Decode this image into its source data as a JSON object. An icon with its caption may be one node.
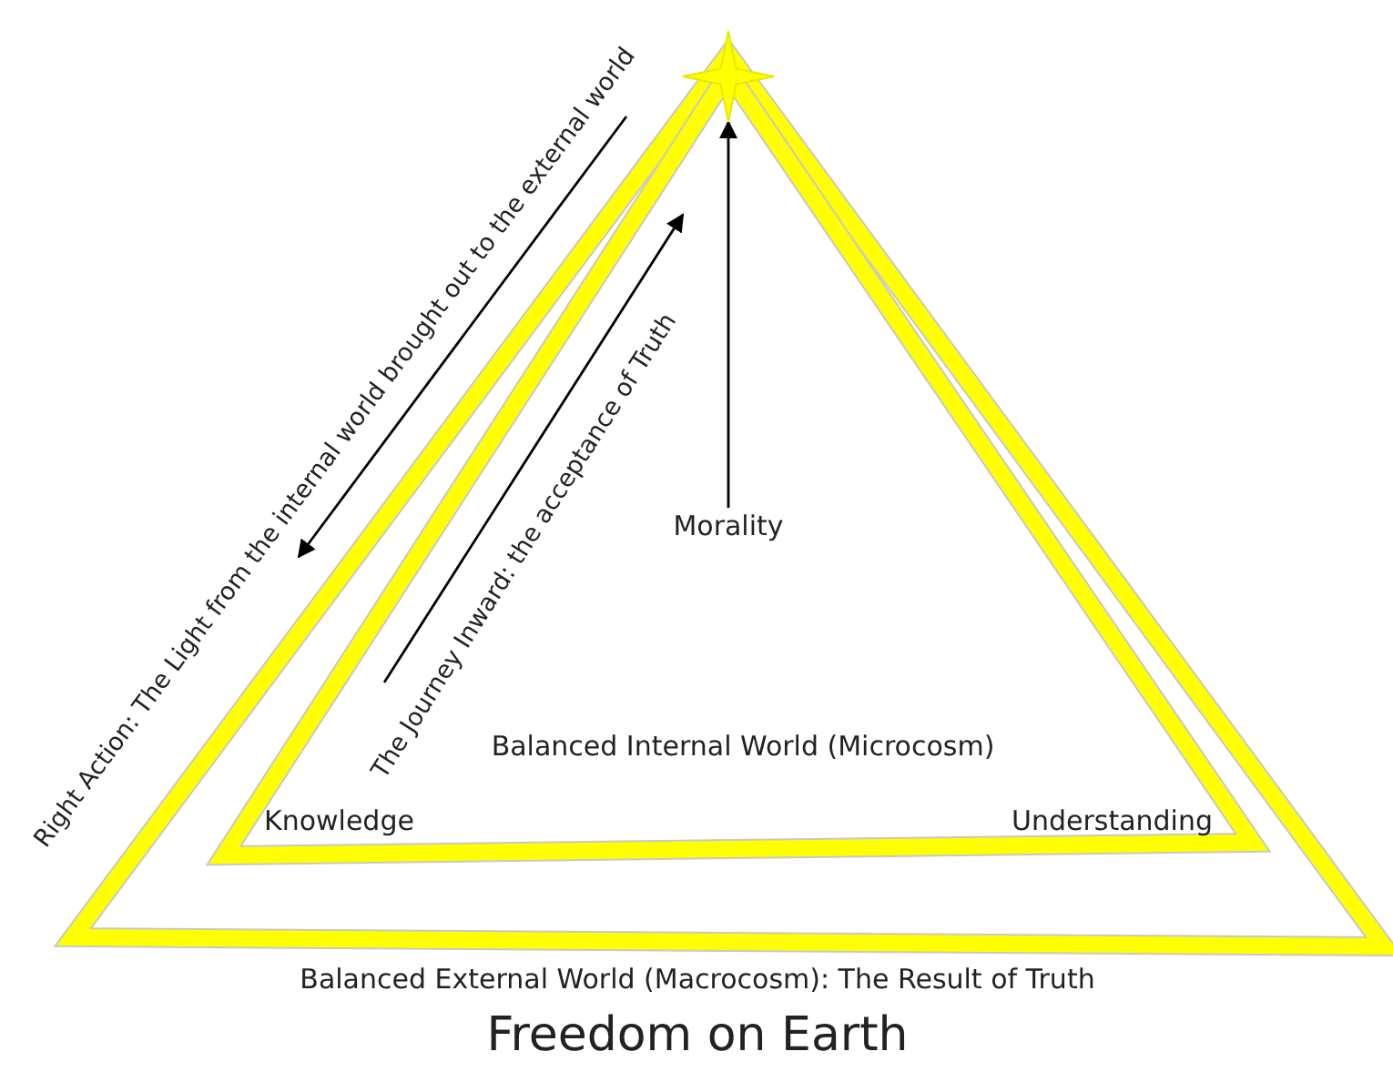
{
  "diagram": {
    "nodes": [
      {
        "text": [
          "Balanced External World (Macrocosm): The Result of Truth",
          "Freedom on Earth"
        ]
      },
      {
        "text": [
          "Balanced Internal World (Microcosm)"
        ],
        "in": 0
      },
      {
        "text": [],
        "shape": "star"
      },
      {
        "text": [
          "Morality"
        ],
        "in": 1
      }
    ],
    "edges": [
      {
        "from": 3,
        "to": 2,
        "arrow": "to"
      }
    ],
    "labels": [
      "Right Action: The Light from the internal world brought out to the external world",
      "The Journey Inward: the acceptance of Truth",
      "Knowledge",
      "Understanding"
    ]
  }
}
